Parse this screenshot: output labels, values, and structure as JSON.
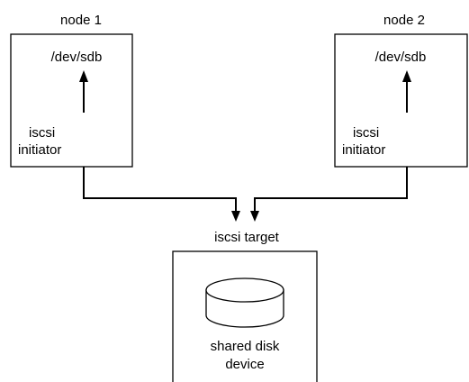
{
  "nodes": [
    {
      "title": "node 1",
      "device": "/dev/sdb",
      "initiator_line1": "iscsi",
      "initiator_line2": "initiator"
    },
    {
      "title": "node 2",
      "device": "/dev/sdb",
      "initiator_line1": "iscsi",
      "initiator_line2": "initiator"
    }
  ],
  "target": {
    "title": "iscsi target",
    "disk_line1": "shared disk",
    "disk_line2": "device"
  }
}
